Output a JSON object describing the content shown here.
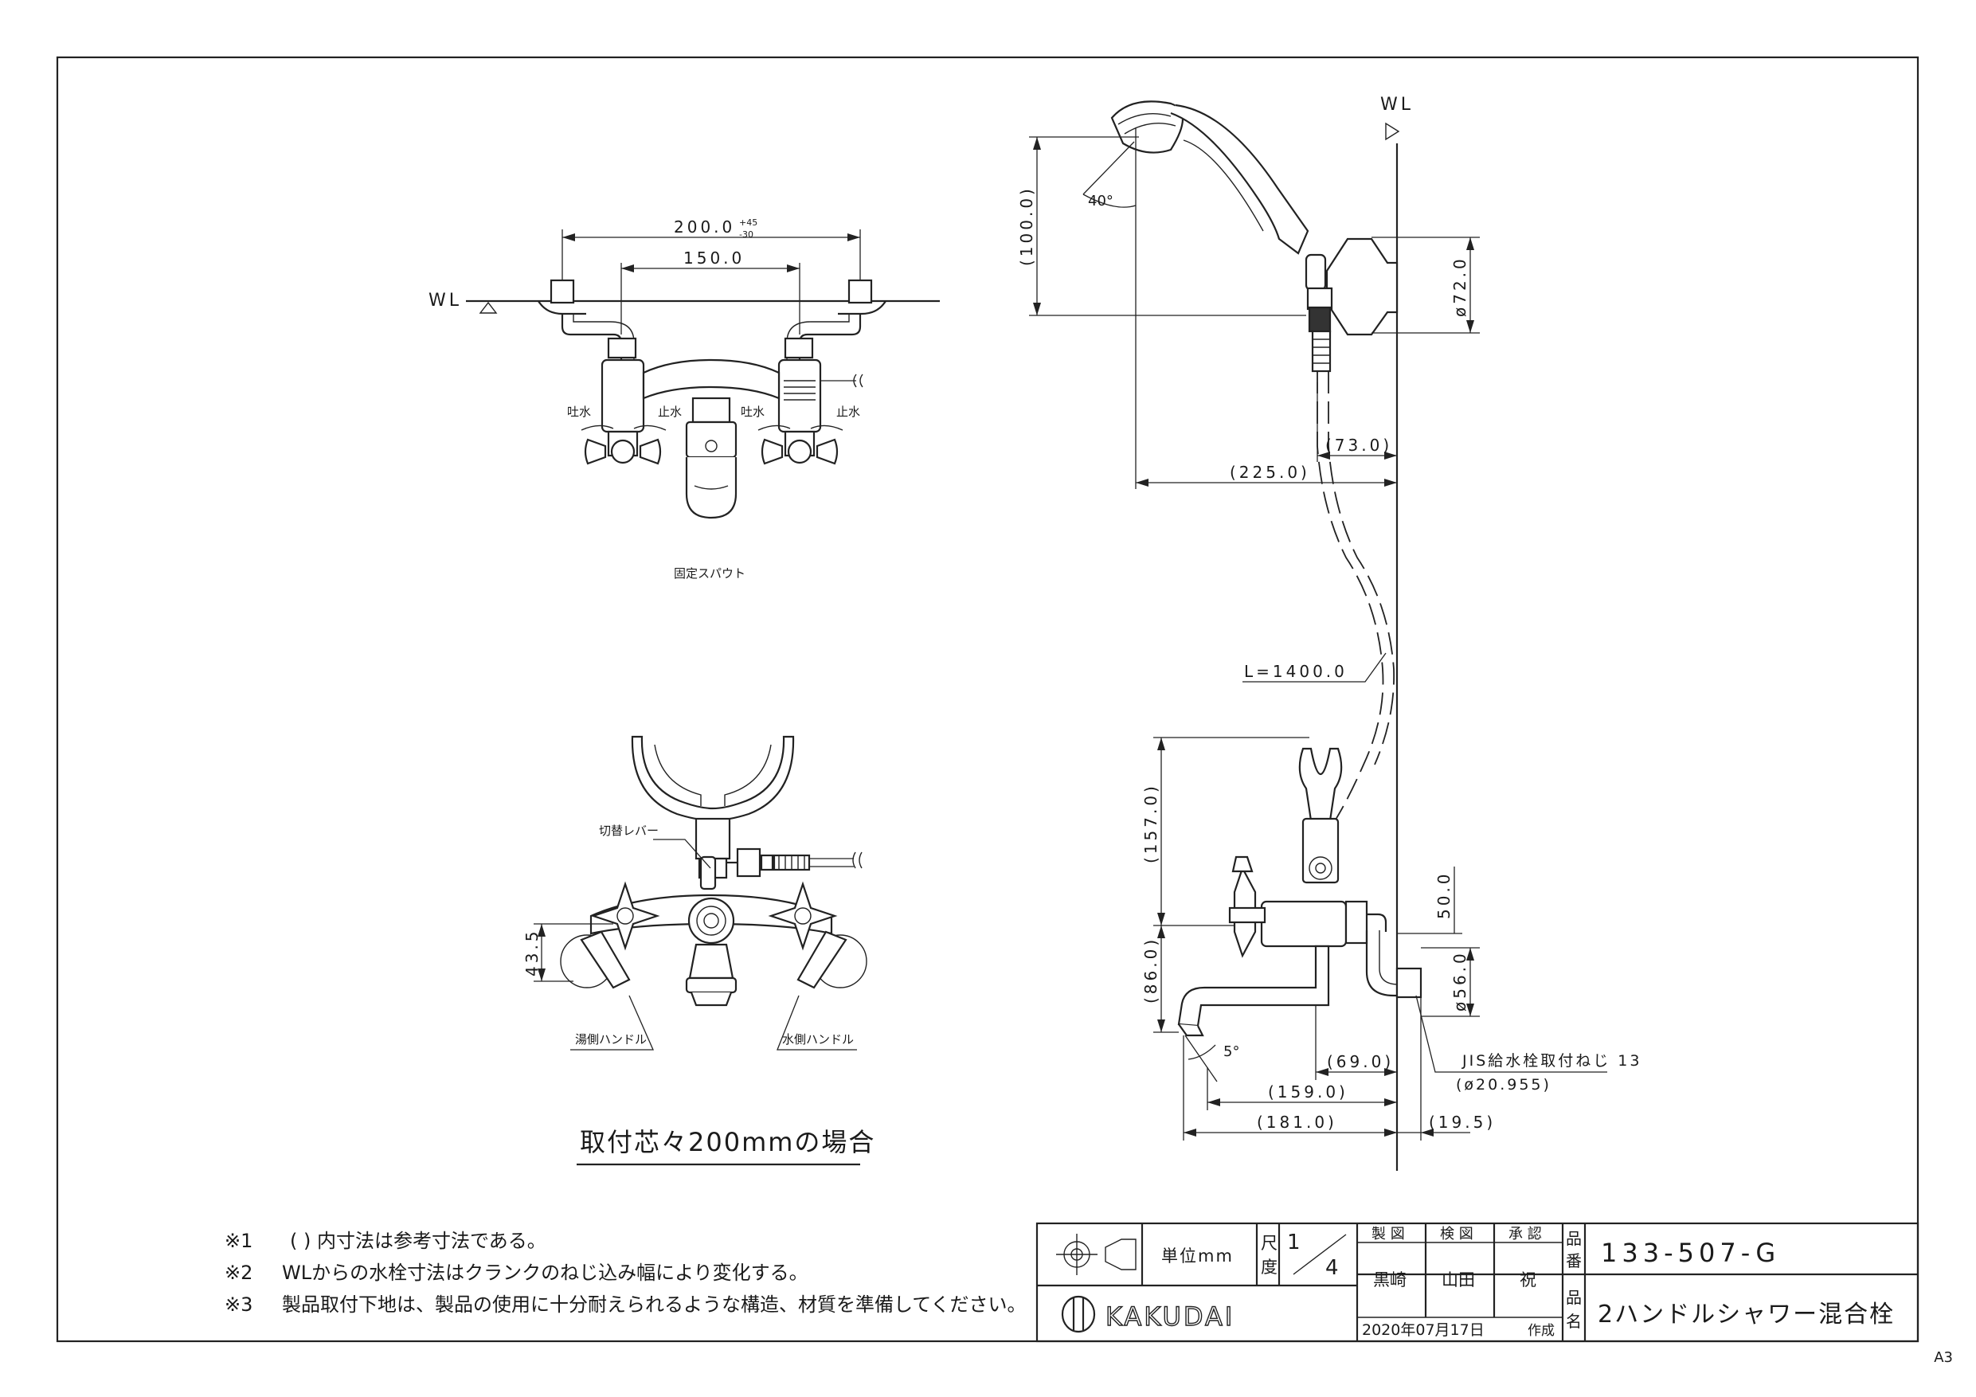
{
  "drawing": {
    "corner_size": "A3",
    "wl_label": "WL",
    "front_view": {
      "dim_overall": "200.0",
      "dim_overall_tol_plus": "+45",
      "dim_overall_tol_minus": "-30",
      "dim_center": "150.0",
      "label_discharge_left": "吐水",
      "label_stop_left": "止水",
      "label_discharge_right": "吐水",
      "label_stop_right": "止水",
      "caption": "固定スパウト"
    },
    "lower_view": {
      "label_switch": "切替レバー",
      "dim_height": "43.5",
      "label_hot": "湯側ハンドル",
      "label_cold": "水側ハンドル",
      "heading": "取付芯々200mmの場合"
    },
    "side_view": {
      "dim_head_height": "(100.0)",
      "dim_angle_head": "40°",
      "dim_hook": "ø72.0",
      "dim_73": "(73.0)",
      "dim_225": "(225.0)",
      "dim_hose": "L=1400.0",
      "dim_157": "(157.0)",
      "dim_50": "50.0",
      "dim_86": "(86.0)",
      "dim_56": "ø56.0",
      "dim_angle_spout": "5°",
      "dim_69": "(69.0)",
      "dim_159": "(159.0)",
      "dim_181": "(181.0)",
      "dim_19": "(19.5)",
      "thread_label": "JIS給水栓取付ねじ 13",
      "thread_size": "(ø20.955)"
    }
  },
  "notes": [
    {
      "num": "※1",
      "text": "(  ) 内寸法は参考寸法である。"
    },
    {
      "num": "※2",
      "text": "WLからの水栓寸法はクランクのねじ込み幅により変化する。"
    },
    {
      "num": "※3",
      "text": "製品取付下地は、製品の使用に十分耐えられるような構造、材質を準備してください。"
    }
  ],
  "title_block": {
    "unit_label": "単位mm",
    "scale_label_1": "尺",
    "scale_label_2": "度",
    "scale_num": "1",
    "scale_den": "4",
    "h_drawn": "製 図",
    "h_checked": "検 図",
    "h_approved": "承 認",
    "drawn_by": "黒崎",
    "checked_by": "山田",
    "approved_by": "祝",
    "date_text": "2020年07月17日",
    "created_label": "作成",
    "pn_label_1": "品",
    "pn_label_2": "番",
    "part_number": "133-507-G",
    "name_label_1": "品",
    "name_label_2": "名",
    "product_name": "2ハンドルシャワー混合栓",
    "brand": "KAKUDAI"
  }
}
